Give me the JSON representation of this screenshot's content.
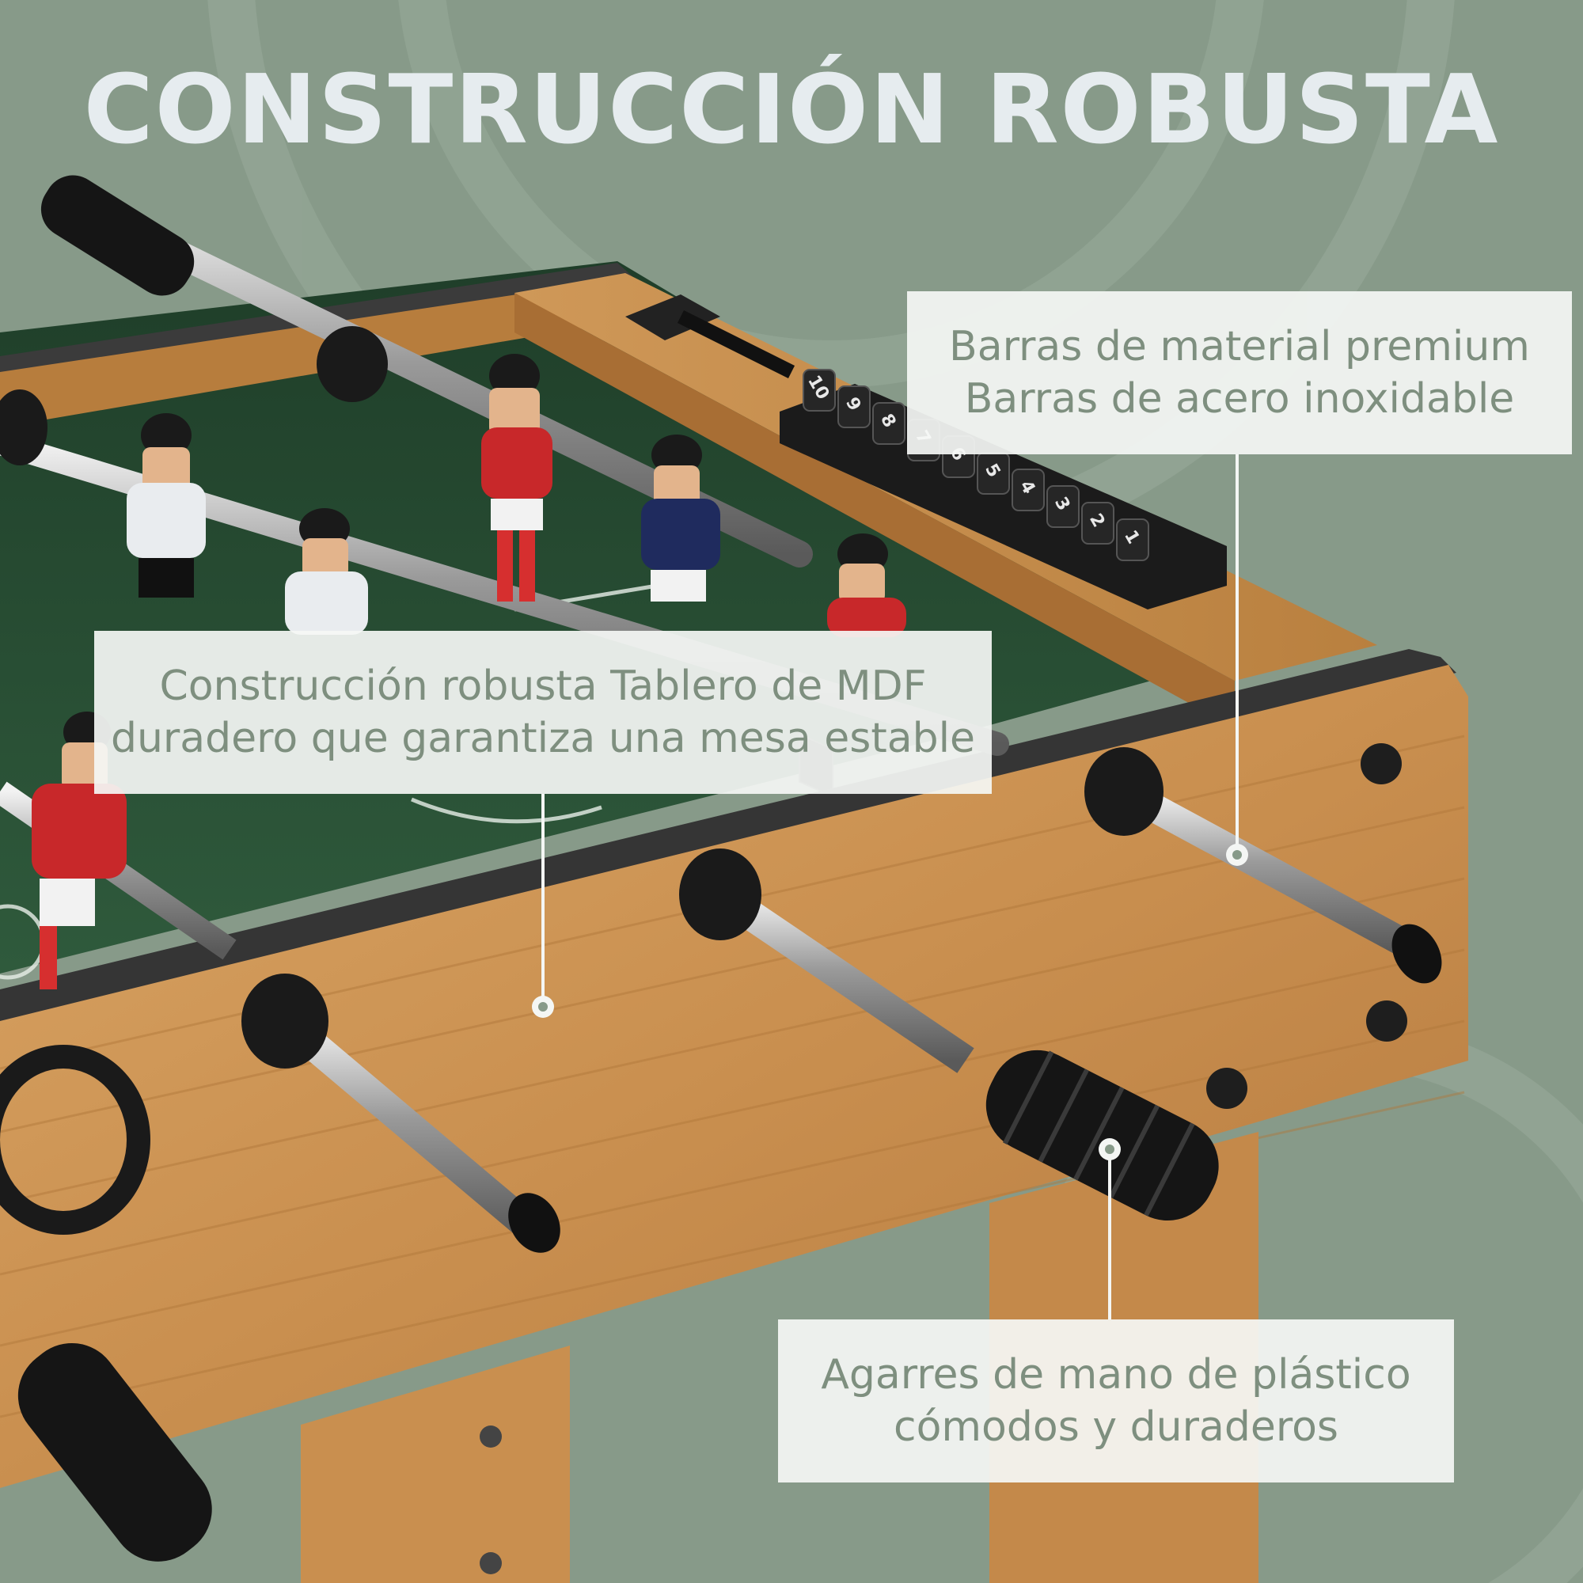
{
  "headline": "CONSTRUCCIÓN ROBUSTA",
  "callouts": {
    "rods": {
      "line1": "Barras de material premium",
      "line2": "Barras de acero inoxidable"
    },
    "board": {
      "line1": "Construcción robusta Tablero de MDF",
      "line2": "duradero que garantiza una mesa estable"
    },
    "grips": {
      "line1": "Agarres de mano de plástico",
      "line2": "cómodos y duraderos"
    }
  },
  "score_counter": [
    "10",
    "9",
    "8",
    "7",
    "6",
    "5",
    "4",
    "3",
    "2",
    "1"
  ],
  "colors": {
    "background": "#879a89",
    "headline": "#e6ecef",
    "callout_text": "#7e8f7f",
    "wood": "#c98f4f",
    "field": "#2f5a3c"
  },
  "icons": [
    "foosball-table-image",
    "score-counter-icon",
    "handle-grip-icon"
  ]
}
